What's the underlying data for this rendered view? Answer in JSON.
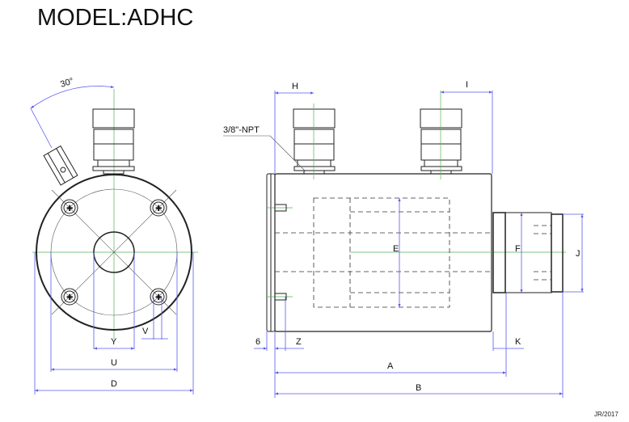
{
  "title": "MODEL:ADHC",
  "credit": "JR/2017",
  "front_view": {
    "angle_label": "30°",
    "dimensions": {
      "Y": "Y",
      "V": "V",
      "U": "U",
      "D": "D"
    }
  },
  "side_view": {
    "port_label": "3/8\"-NPT",
    "dimensions": {
      "H": "H",
      "I": "I",
      "E": "E",
      "F": "F",
      "J": "J",
      "six": "6",
      "Z": "Z",
      "K": "K",
      "A": "A",
      "B": "B"
    }
  },
  "colors": {
    "dimension": "#5a5af0",
    "centerline": "#55b055",
    "outline": "#222222"
  }
}
